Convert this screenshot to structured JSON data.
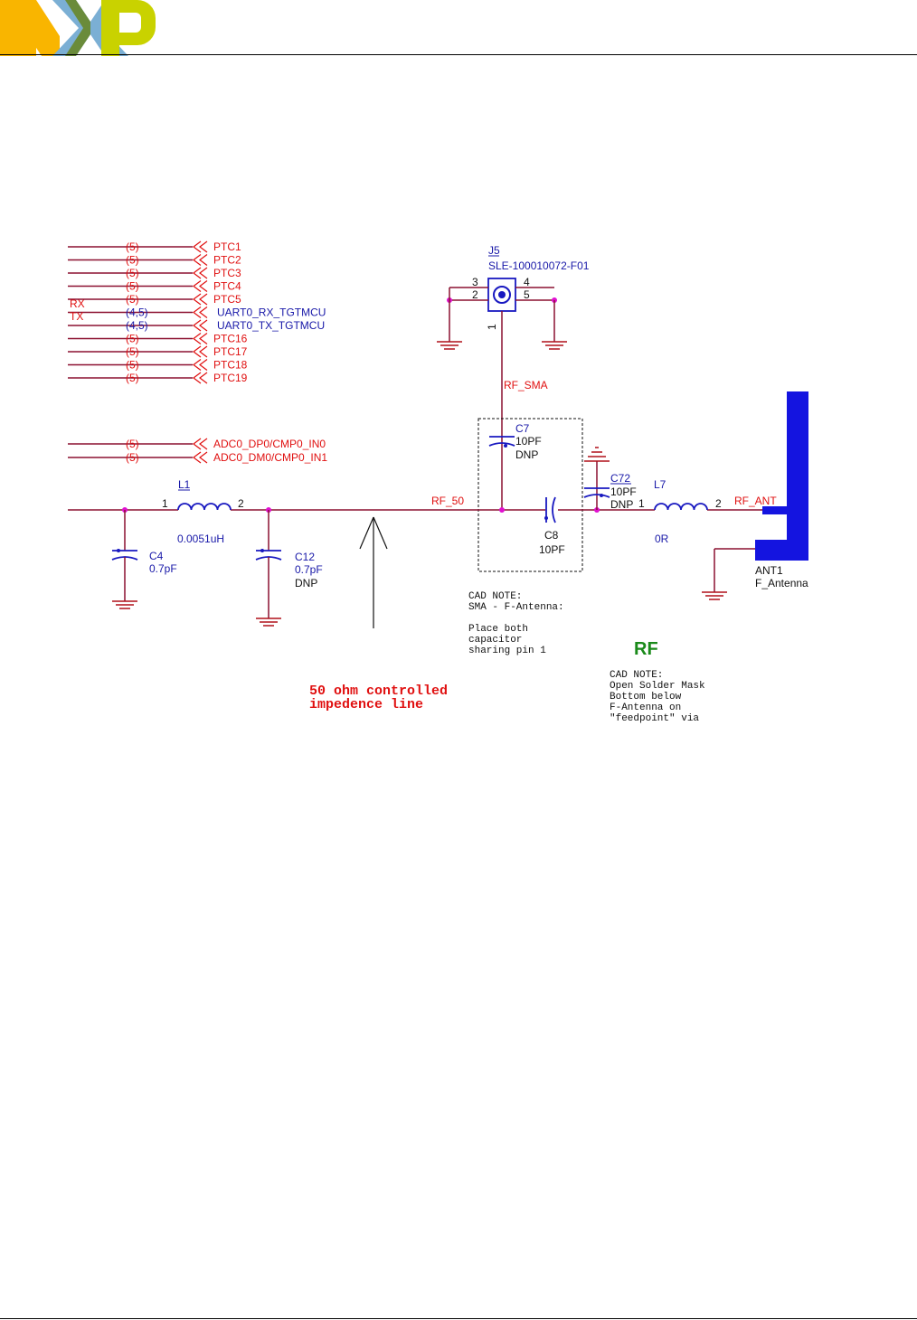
{
  "header": {
    "logo_text": "NXP"
  },
  "schematic": {
    "offpage_nets": [
      {
        "sheet": "(5)",
        "net": "PTC1",
        "color": "red"
      },
      {
        "sheet": "(5)",
        "net": "PTC2",
        "color": "red"
      },
      {
        "sheet": "(5)",
        "net": "PTC3",
        "color": "red"
      },
      {
        "sheet": "(5)",
        "net": "PTC4",
        "color": "red"
      },
      {
        "sheet": "(5)",
        "net": "PTC5",
        "color": "red"
      },
      {
        "sheet": "(4,5)",
        "net": "UART0_RX_TGTMCU",
        "color": "blue"
      },
      {
        "sheet": "(4,5)",
        "net": "UART0_TX_TGTMCU",
        "color": "blue"
      },
      {
        "sheet": "(5)",
        "net": "PTC16",
        "color": "red"
      },
      {
        "sheet": "(5)",
        "net": "PTC17",
        "color": "red"
      },
      {
        "sheet": "(5)",
        "net": "PTC18",
        "color": "red"
      },
      {
        "sheet": "(5)",
        "net": "PTC19",
        "color": "red"
      }
    ],
    "rx_label": "RX",
    "tx_label": "TX",
    "adc_nets": [
      {
        "sheet": "(5)",
        "net": "ADC0_DP0/CMP0_IN0"
      },
      {
        "sheet": "(5)",
        "net": "ADC0_DM0/CMP0_IN1"
      }
    ],
    "j5": {
      "ref": "J5",
      "part": "SLE-100010072-F01",
      "pins": [
        "3",
        "4",
        "2",
        "5",
        "1"
      ]
    },
    "l1": {
      "ref": "L1",
      "value": "0.0051uH",
      "pin1": "1",
      "pin2": "2"
    },
    "c4": {
      "ref": "C4",
      "value": "0.7pF"
    },
    "c12": {
      "ref": "C12",
      "value": "0.7pF",
      "note": "DNP"
    },
    "c7": {
      "ref": "C7",
      "value": "10PF",
      "note": "DNP"
    },
    "c8": {
      "ref": "C8",
      "value": "10PF"
    },
    "c72": {
      "ref": "C72",
      "value": "10PF",
      "note": "DNP"
    },
    "l7": {
      "ref": "L7",
      "value": "0R",
      "pin1": "1",
      "pin2": "2"
    },
    "ant1": {
      "ref": "ANT1",
      "value": "F_Antenna"
    },
    "nets": {
      "rf_sma": "RF_SMA",
      "rf_50": "RF_50",
      "rf_ant": "RF_ANT"
    },
    "cad_note_1": [
      "CAD NOTE:",
      "SMA - F-Antenna:",
      "",
      "Place both",
      "capacitor",
      "sharing pin 1"
    ],
    "rf_title": "RF",
    "cad_note_2": [
      "CAD NOTE:",
      "Open Solder Mask",
      "Bottom below",
      "F-Antenna on",
      "\"feedpoint\" via"
    ],
    "impedance_note": [
      "50  ohm  controlled",
      "impedence  line"
    ]
  }
}
